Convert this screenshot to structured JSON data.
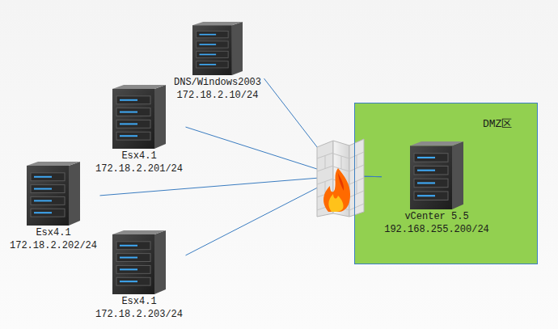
{
  "diagram": {
    "nodes": [
      {
        "text": [
          "DNS/Windows2003",
          "172.18.2.10/24"
        ]
      },
      {
        "text": [
          "Esx4.1",
          "172.18.2.201/24"
        ]
      },
      {
        "text": [
          "Esx4.1",
          "172.18.2.202/24"
        ]
      },
      {
        "text": [
          "Esx4.1",
          "172.18.2.203/24"
        ]
      },
      {
        "text": [
          "DMZ区"
        ]
      },
      {
        "text": [
          "vCenter 5.5",
          "192.168.255.200/24"
        ],
        "in": 4
      }
    ],
    "edges": [
      {
        "from": 0,
        "to": 5,
        "arrow": "none"
      },
      {
        "from": 1,
        "to": 5,
        "arrow": "none"
      },
      {
        "from": 2,
        "to": 5,
        "arrow": "none"
      },
      {
        "from": 3,
        "to": 5,
        "arrow": "none"
      }
    ]
  }
}
